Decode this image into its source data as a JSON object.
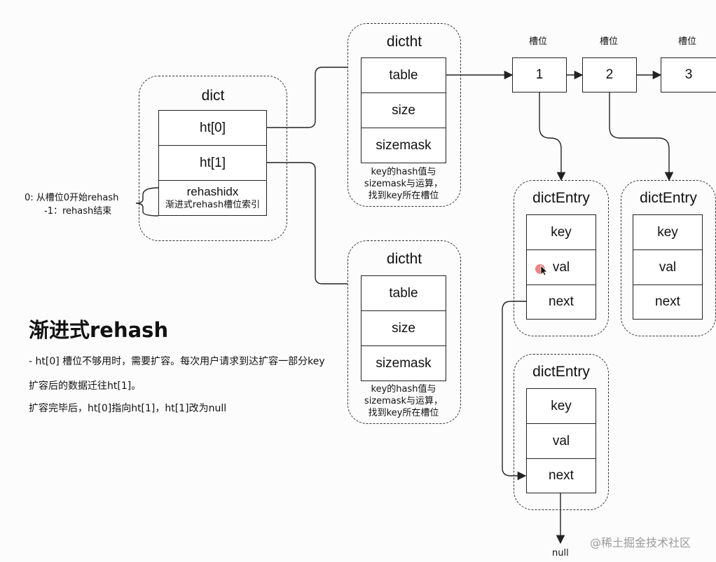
{
  "dict": {
    "title": "dict",
    "fields": [
      "ht[0]",
      "ht[1]"
    ],
    "rehashidx_label": "rehashidx",
    "rehashidx_desc": "渐进式rehash槽位索引"
  },
  "rehashidx_note": [
    "0: 从槽位0开始rehash",
    "-1：rehash结束"
  ],
  "dictht": [
    {
      "title": "dictht",
      "fields": [
        "table",
        "size",
        "sizemask"
      ],
      "note": [
        "key的hash值与",
        "sizemask与运算，",
        "找到key所在槽位"
      ]
    },
    {
      "title": "dictht",
      "fields": [
        "table",
        "size",
        "sizemask"
      ],
      "note": [
        "key的hash值与",
        "sizemask与运算，",
        "找到key所在槽位"
      ]
    }
  ],
  "slots": [
    {
      "label": "槽位",
      "value": "1"
    },
    {
      "label": "槽位",
      "value": "2"
    },
    {
      "label": "槽位",
      "value": "3"
    }
  ],
  "dict_entries": [
    {
      "title": "dictEntry",
      "fields": [
        "key",
        "val",
        "next"
      ]
    },
    {
      "title": "dictEntry",
      "fields": [
        "key",
        "val",
        "next"
      ]
    },
    {
      "title": "dictEntry",
      "fields": [
        "key",
        "val",
        "next"
      ]
    }
  ],
  "null_label": "null",
  "heading": "渐进式rehash",
  "body_lines": [
    "- ht[0] 槽位不够用时，需要扩容。每次用户请求到达扩容一部分key",
    "扩容后的数据迁往ht[1]。",
    "扩容完毕后，ht[0]指向ht[1]，ht[1]改为null"
  ],
  "watermark": "@稀土掘金技术社区",
  "colors": {
    "stroke": "#222222",
    "pointer": "#e02020"
  }
}
